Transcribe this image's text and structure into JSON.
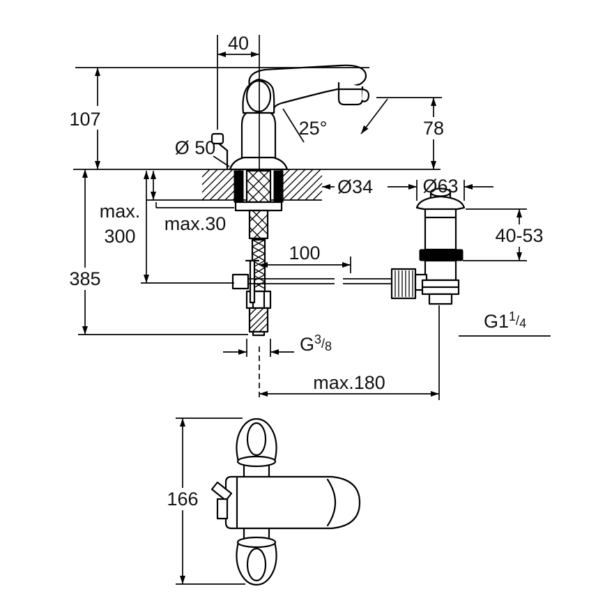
{
  "colors": {
    "background": "#ffffff",
    "line": "#000000",
    "text": "#111111"
  },
  "side_view": {
    "labels": {
      "width_top": "40",
      "height_body": "107",
      "base_diameter": "Ø 50",
      "spout_angle": "25°",
      "spout_height": "78",
      "hole_diameter": "Ø34",
      "waste_flange_diameter": "Ø63",
      "max_deck_thickness": "max.30",
      "max_hose_word": "max.",
      "max_hose_value": "300",
      "overall_height": "385",
      "rod_offset": "100",
      "waste_deck_range": "40-53",
      "max_reach": "max.180",
      "hose_thread": {
        "prefix": "G",
        "numerator": "3",
        "slash": "/",
        "denominator": "8"
      },
      "waste_thread": {
        "prefix": "G1",
        "numerator": "1",
        "slash": "/",
        "denominator": "4"
      }
    }
  },
  "top_view": {
    "labels": {
      "depth": "166"
    }
  }
}
